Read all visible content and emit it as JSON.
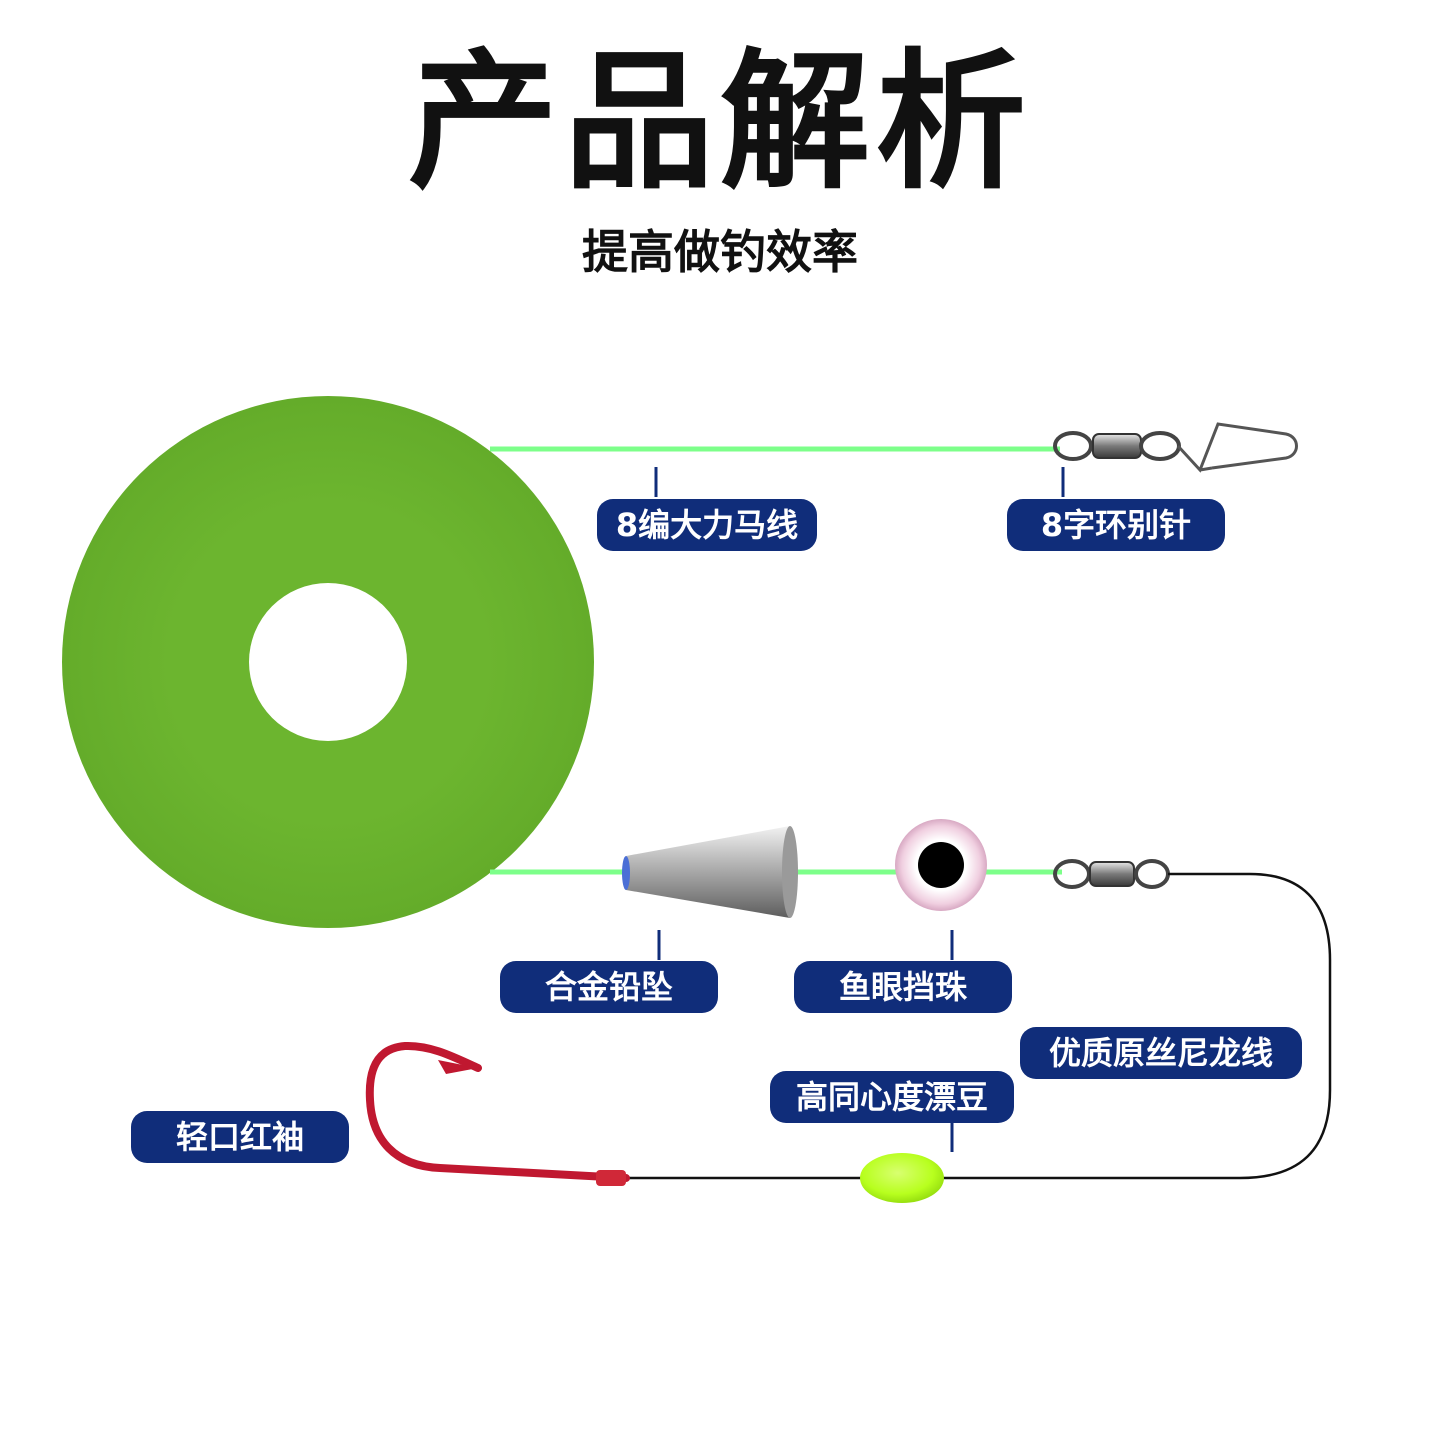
{
  "header": {
    "title": "产品解析",
    "subtitle": "提高做钓效率"
  },
  "labels": {
    "main_line": "8编大力马线",
    "snap_swivel": "8字环别针",
    "sinker": "合金铅坠",
    "bead": "鱼眼挡珠",
    "leader_line": "优质原丝尼龙线",
    "float_bean": "高同心度漂豆",
    "hook": "轻口红袖"
  },
  "colors": {
    "foam_spool": "#6cb52f",
    "main_line": "#7dff8a",
    "label_bg": "#102d7a",
    "hook": "#c01830",
    "float_bean": "#b8ff1e",
    "leader": "#111111"
  },
  "icons": [
    "foam-spool-icon",
    "snap-swivel-icon",
    "sinker-icon",
    "bead-icon",
    "swivel-icon",
    "hook-icon",
    "float-bean-icon"
  ]
}
